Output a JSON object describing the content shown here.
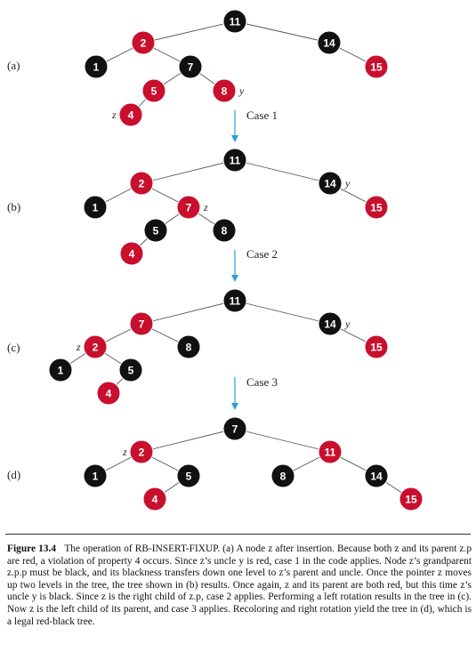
{
  "colors": {
    "red": "#c8102e",
    "black": "#111111",
    "arrow": "#2aa0d8"
  },
  "parts": [
    {
      "label": "(a)",
      "nodes": [
        {
          "id": "11",
          "color": "black"
        },
        {
          "id": "2",
          "color": "red"
        },
        {
          "id": "14",
          "color": "black"
        },
        {
          "id": "1",
          "color": "black"
        },
        {
          "id": "7",
          "color": "black"
        },
        {
          "id": "15",
          "color": "red"
        },
        {
          "id": "5",
          "color": "red"
        },
        {
          "id": "8",
          "color": "red"
        },
        {
          "id": "4",
          "color": "red"
        }
      ],
      "edges": [
        [
          "11",
          "2"
        ],
        [
          "11",
          "14"
        ],
        [
          "2",
          "1"
        ],
        [
          "2",
          "7"
        ],
        [
          "14",
          "15"
        ],
        [
          "7",
          "5"
        ],
        [
          "7",
          "8"
        ],
        [
          "5",
          "4"
        ]
      ],
      "annotations": [
        {
          "text": "y",
          "node": "8",
          "side": "right"
        },
        {
          "text": "z",
          "node": "4",
          "side": "left"
        }
      ]
    },
    {
      "label": "(b)",
      "nodes": [
        {
          "id": "11",
          "color": "black"
        },
        {
          "id": "2",
          "color": "red"
        },
        {
          "id": "14",
          "color": "black"
        },
        {
          "id": "1",
          "color": "black"
        },
        {
          "id": "7",
          "color": "red"
        },
        {
          "id": "15",
          "color": "red"
        },
        {
          "id": "5",
          "color": "black"
        },
        {
          "id": "8",
          "color": "black"
        },
        {
          "id": "4",
          "color": "red"
        }
      ],
      "edges": [
        [
          "11",
          "2"
        ],
        [
          "11",
          "14"
        ],
        [
          "2",
          "1"
        ],
        [
          "2",
          "7"
        ],
        [
          "14",
          "15"
        ],
        [
          "7",
          "5"
        ],
        [
          "7",
          "8"
        ],
        [
          "5",
          "4"
        ]
      ],
      "annotations": [
        {
          "text": "z",
          "node": "7",
          "side": "right"
        },
        {
          "text": "y",
          "node": "14",
          "side": "right"
        }
      ]
    },
    {
      "label": "(c)",
      "nodes": [
        {
          "id": "11",
          "color": "black"
        },
        {
          "id": "7",
          "color": "red"
        },
        {
          "id": "14",
          "color": "black"
        },
        {
          "id": "2",
          "color": "red"
        },
        {
          "id": "8",
          "color": "black"
        },
        {
          "id": "15",
          "color": "red"
        },
        {
          "id": "1",
          "color": "black"
        },
        {
          "id": "5",
          "color": "black"
        },
        {
          "id": "4",
          "color": "red"
        }
      ],
      "edges": [
        [
          "11",
          "7"
        ],
        [
          "11",
          "14"
        ],
        [
          "7",
          "2"
        ],
        [
          "7",
          "8"
        ],
        [
          "14",
          "15"
        ],
        [
          "2",
          "1"
        ],
        [
          "2",
          "5"
        ],
        [
          "5",
          "4"
        ]
      ],
      "annotations": [
        {
          "text": "z",
          "node": "2",
          "side": "left"
        },
        {
          "text": "y",
          "node": "14",
          "side": "right"
        }
      ]
    },
    {
      "label": "(d)",
      "nodes": [
        {
          "id": "7",
          "color": "black"
        },
        {
          "id": "2",
          "color": "red"
        },
        {
          "id": "11",
          "color": "red"
        },
        {
          "id": "1",
          "color": "black"
        },
        {
          "id": "5",
          "color": "black"
        },
        {
          "id": "8",
          "color": "black"
        },
        {
          "id": "14",
          "color": "black"
        },
        {
          "id": "4",
          "color": "red"
        },
        {
          "id": "15",
          "color": "red"
        }
      ],
      "edges": [
        [
          "7",
          "2"
        ],
        [
          "7",
          "11"
        ],
        [
          "2",
          "1"
        ],
        [
          "2",
          "5"
        ],
        [
          "11",
          "8"
        ],
        [
          "11",
          "14"
        ],
        [
          "5",
          "4"
        ],
        [
          "14",
          "15"
        ]
      ],
      "annotations": [
        {
          "text": "z",
          "node": "2",
          "side": "left"
        }
      ]
    }
  ],
  "transitions": [
    "Case 1",
    "Case 2",
    "Case 3"
  ],
  "caption": {
    "figure_label": "Figure 13.4",
    "text": "The operation of RB-INSERT-FIXUP. (a) A node z after insertion. Because both z and its parent z.p are red, a violation of property 4 occurs. Since z’s uncle y is red, case 1 in the code applies. Node z’s grandparent z.p.p must be black, and its blackness transfers down one level to z’s parent and uncle. Once the pointer z moves up two levels in the tree, the tree shown in (b) results. Once again, z and its parent are both red, but this time z’s uncle y is black. Since z is the right child of z.p, case 2 applies. Performing a left rotation results in the tree in (c). Now z is the left child of its parent, and case 3 applies. Recoloring and right rotation yield the tree in (d), which is a legal red-black tree."
  }
}
